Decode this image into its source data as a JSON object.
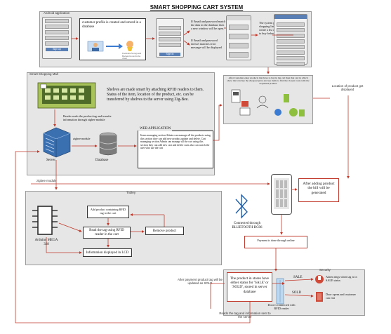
{
  "title": "SMART SHOPPING CART SYSTEM",
  "android": {
    "label": "Android application",
    "profile_text": "customer profile is created and stored in a database",
    "profile_note": "Username Storage and Backend stored in the cloud",
    "login_text": "If Email and password match the data in the database then a new window will be open.",
    "login_fail_text": "If Email and password doesn't matches error message will be displayed",
    "list_text": "The system provides a shopping list which user can create a list of what they need to buy before shopping",
    "phone_button": "Sign up",
    "phone2_button": "Sign In"
  },
  "mall": {
    "label": "Smart Shopping Mall",
    "shelves_text": "Shelves are made smart by attaching RFID readers to them. Status of the item, location of the product, etc. can be transferred by shelves to the server using Zig-Bee.",
    "reader_text": "Reader reads the product tag and transfer information through zigbee module",
    "zigbee_label": "zigbee module",
    "server_label": "Server",
    "database_label": "Database",
    "web_title": "WEB APPLICATION",
    "web_text": "Items managing section Admin can manage all the products using this section they can add new product,update and delete. Cart managing section Admin can manage all the cart using this section they can add new cart and delete carts also can watch the user who use the cart"
  },
  "store_panel_text": "After Customer enter products that have to buy in the cart then that cart in which show that can buy the cheapest price and see items to find the closest route with the requested product",
  "location_label": "Location of product get displayed",
  "zigbee_left_label": "zigbee module",
  "bill_text": "After adding product the bill will be generated",
  "trolley": {
    "label": "Trolley",
    "add_text": "Add product containing RFID tag to the cart",
    "read_text": "Read the tag using RFID reader in the cart",
    "remove_text": "Remove product",
    "lcd_text": "Information displayed in LCD",
    "arduino_label": "Arduino MEGA 328"
  },
  "bluetooth_label": "Connected through BLUETOOTH HC06",
  "payment_text": "Payment is done through online",
  "security": {
    "label": "Security",
    "status_text": "The product in stores have either status for 'SALE' or 'SOLD', stored in server database",
    "sale_label": "SALE",
    "sold_label": "SOLD",
    "door_rfid_label": "Door is connected with RFID reader",
    "alarm_text": "Alarm rings when tag is in SALE status",
    "door_open_text": "Door opens and customer can exit"
  },
  "after_payment_text": "After payment product tag will be updated as SOLD",
  "reads_tag_text": "Reads the tag and information sent to the server",
  "colors": {
    "arrow_red": "#c0392b",
    "panel": "#e6e6e6",
    "server_blue": "#3a6fb0",
    "chip": "#2b2b2b",
    "bluetooth": "#1f5fa8"
  }
}
